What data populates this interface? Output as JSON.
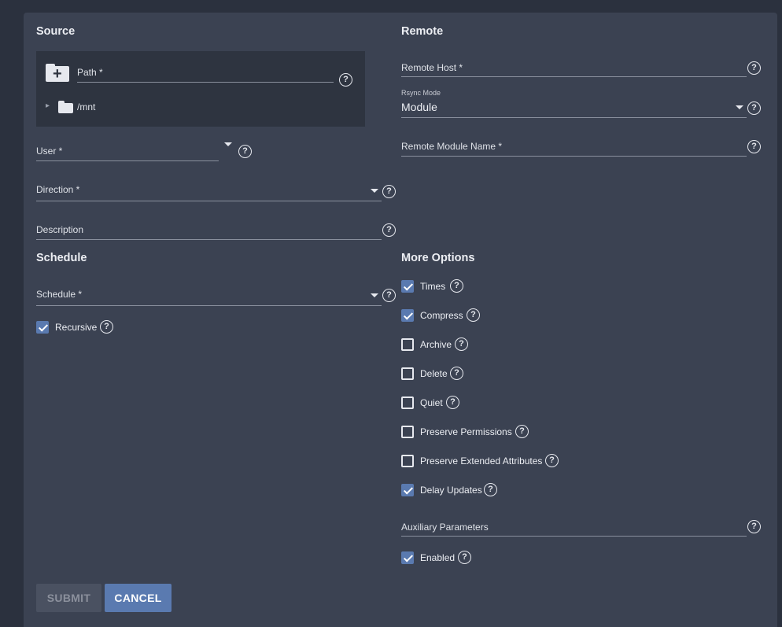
{
  "source": {
    "title": "Source",
    "path_label": "Path *",
    "tree_root": "/mnt",
    "user_label": "User *",
    "direction_label": "Direction *",
    "description_label": "Description"
  },
  "remote": {
    "title": "Remote",
    "host_label": "Remote Host *",
    "mode_label": "Rsync Mode",
    "mode_value": "Module",
    "module_label": "Remote Module Name *"
  },
  "schedule": {
    "title": "Schedule",
    "schedule_label": "Schedule *",
    "recursive_label": "Recursive",
    "recursive_checked": true
  },
  "more_options": {
    "title": "More Options",
    "options": [
      {
        "label": "Times",
        "checked": true
      },
      {
        "label": "Compress",
        "checked": true
      },
      {
        "label": "Archive",
        "checked": false
      },
      {
        "label": "Delete",
        "checked": false
      },
      {
        "label": "Quiet",
        "checked": false
      },
      {
        "label": "Preserve Permissions",
        "checked": false
      },
      {
        "label": "Preserve Extended Attributes",
        "checked": false
      },
      {
        "label": "Delay Updates",
        "checked": true
      }
    ],
    "aux_label": "Auxiliary Parameters",
    "enabled_label": "Enabled",
    "enabled_checked": true
  },
  "actions": {
    "submit_label": "SUBMIT",
    "cancel_label": "CANCEL"
  },
  "icons": {
    "help": "?",
    "expand": "▸",
    "add_folder": "+"
  },
  "colors": {
    "accent": "#5a7ab0",
    "card_bg": "#3b4252",
    "page_bg": "#2b313e"
  }
}
